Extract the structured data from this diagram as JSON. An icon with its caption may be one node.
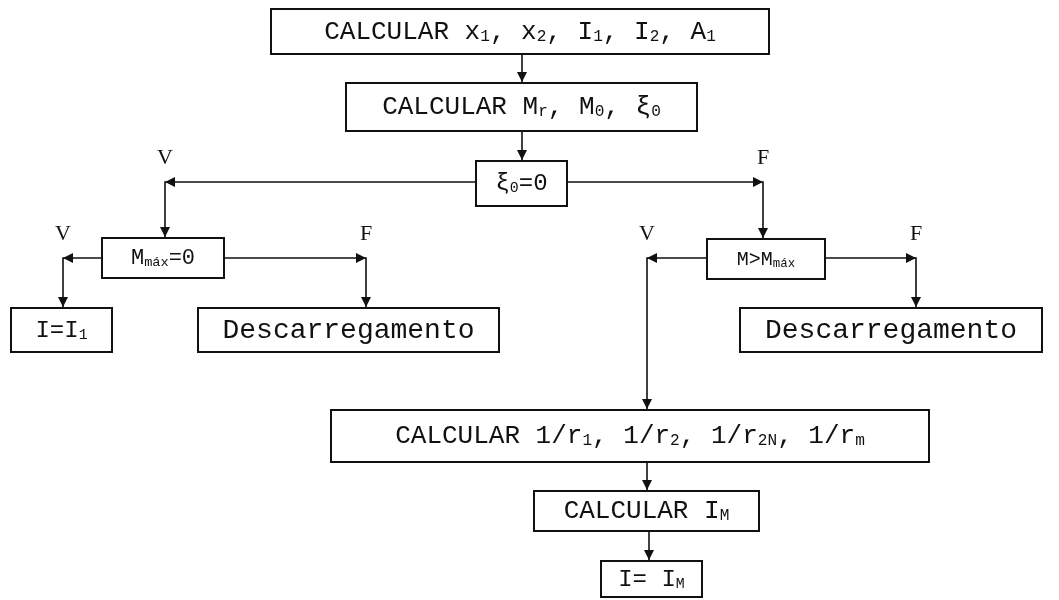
{
  "diagram": {
    "nodes": [
      {
        "text": [
          "CALCULAR x$_{1}$, x$_{2}$, I$_{1}$, I$_{2}$, A$_{1}$"
        ]
      },
      {
        "text": [
          "CALCULAR M$_{r}$, M$_{0}$, ξ$_{0}$"
        ]
      },
      {
        "text": [
          "ξ$_{0}$=0"
        ]
      },
      {
        "text": [
          "M$_{máx}$=0"
        ]
      },
      {
        "text": [
          "M>M$_{máx}$"
        ]
      },
      {
        "text": [
          "I=I$_{1}$"
        ]
      },
      {
        "text": [
          "Descarregamento"
        ]
      },
      {
        "text": [
          "Descarregamento"
        ]
      },
      {
        "text": [
          "CALCULAR 1/r$_{1}$, 1/r$_{2}$, 1/r$_{2N}$, 1/r$_{m}$"
        ]
      },
      {
        "text": [
          "CALCULAR I$_{M}$"
        ]
      },
      {
        "text": [
          "I= I$_{M}$"
        ]
      }
    ],
    "edges": [
      {
        "from": 0,
        "to": 1,
        "arrow": "to"
      },
      {
        "from": 1,
        "to": 2,
        "arrow": "to"
      },
      {
        "from": 2,
        "to": 3,
        "arrow": "to",
        "label": "V"
      },
      {
        "from": 2,
        "to": 4,
        "arrow": "to",
        "label": "F"
      },
      {
        "from": 3,
        "to": 5,
        "arrow": "to",
        "label": "V"
      },
      {
        "from": 3,
        "to": 6,
        "arrow": "to",
        "label": "F"
      },
      {
        "from": 4,
        "to": 8,
        "arrow": "to",
        "label": "V"
      },
      {
        "from": 4,
        "to": 7,
        "arrow": "to",
        "label": "F"
      },
      {
        "from": 8,
        "to": 9,
        "arrow": "to"
      },
      {
        "from": 9,
        "to": 10,
        "arrow": "to"
      }
    ]
  }
}
